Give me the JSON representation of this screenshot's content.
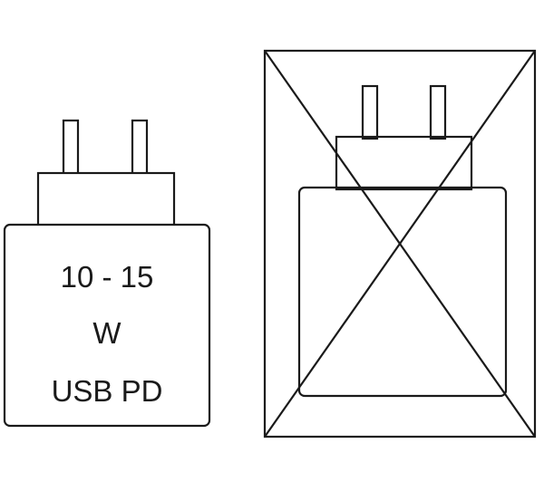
{
  "charger_allowed": {
    "power_range": "10 - 15",
    "unit": "W",
    "standard": "USB PD"
  },
  "charger_not_included": {
    "mark": "crossed-out"
  },
  "colors": {
    "stroke": "#1a1a1a",
    "background": "#ffffff"
  }
}
